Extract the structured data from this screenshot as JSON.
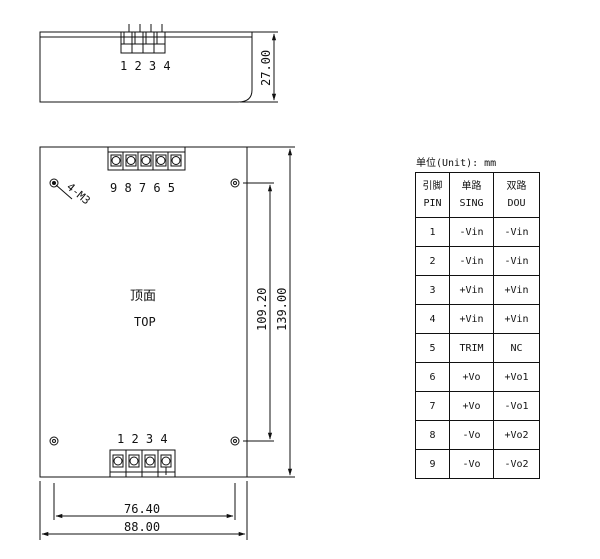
{
  "side_view": {
    "pin_labels": "1 2 3 4",
    "height_dim": "27.00"
  },
  "top_view": {
    "top_pin_labels": "9 8 7 6 5",
    "bottom_pin_labels": "1 2 3 4",
    "hole_label": "4-M3",
    "face_cn": "顶面",
    "face_en": "TOP",
    "dim_hole_height": "109.20",
    "dim_height": "139.00",
    "dim_hole_width": "76.40",
    "dim_width": "88.00"
  },
  "pin_table": {
    "unit_label": "单位(Unit): mm",
    "headers": [
      {
        "cn": "引脚",
        "en": "PIN"
      },
      {
        "cn": "单路",
        "en": "SING"
      },
      {
        "cn": "双路",
        "en": "DOU"
      }
    ],
    "rows": [
      {
        "pin": "1",
        "single": "-Vin",
        "dual": "-Vin"
      },
      {
        "pin": "2",
        "single": "-Vin",
        "dual": "-Vin"
      },
      {
        "pin": "3",
        "single": "+Vin",
        "dual": "+Vin"
      },
      {
        "pin": "4",
        "single": "+Vin",
        "dual": "+Vin"
      },
      {
        "pin": "5",
        "single": "TRIM",
        "dual": "NC"
      },
      {
        "pin": "6",
        "single": "+Vo",
        "dual": "+Vo1"
      },
      {
        "pin": "7",
        "single": "+Vo",
        "dual": "-Vo1"
      },
      {
        "pin": "8",
        "single": "-Vo",
        "dual": "+Vo2"
      },
      {
        "pin": "9",
        "single": "-Vo",
        "dual": "-Vo2"
      }
    ]
  }
}
